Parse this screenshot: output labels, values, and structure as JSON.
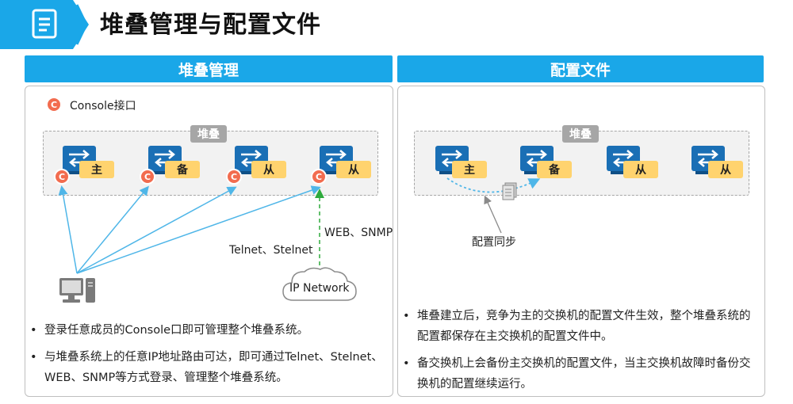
{
  "header": {
    "title": "堆叠管理与配置文件"
  },
  "left": {
    "section_title": "堆叠管理",
    "console_badge": "C",
    "console_label": "Console接口",
    "stack_label": "堆叠",
    "switches": [
      {
        "role": "主"
      },
      {
        "role": "备"
      },
      {
        "role": "从"
      },
      {
        "role": "从"
      }
    ],
    "telnet_label": "Telnet、Stelnet",
    "web_label": "WEB、SNMP",
    "cloud_label": "IP Network",
    "bullets": [
      "登录任意成员的Console口即可管理整个堆叠系统。",
      "与堆叠系统上的任意IP地址路由可达，即可通过Telnet、Stelnet、WEB、SNMP等方式登录、管理整个堆叠系统。"
    ]
  },
  "right": {
    "section_title": "配置文件",
    "stack_label": "堆叠",
    "switches": [
      {
        "role": "主"
      },
      {
        "role": "备"
      },
      {
        "role": "从"
      },
      {
        "role": "从"
      }
    ],
    "sync_label": "配置同步",
    "bullets": [
      "堆叠建立后，竞争为主的交换机的配置文件生效，整个堆叠系统的配置都保存在主交换机的配置文件中。",
      "备交换机上会备份主交换机的配置文件，当主交换机故障时备份交换机的配置继续运行。"
    ]
  },
  "colors": {
    "accent": "#1aa7e8",
    "switch": "#1a6fb5",
    "role": "#ffd36e",
    "console": "#f26c4f",
    "web_arrow": "#2eaa3c"
  }
}
